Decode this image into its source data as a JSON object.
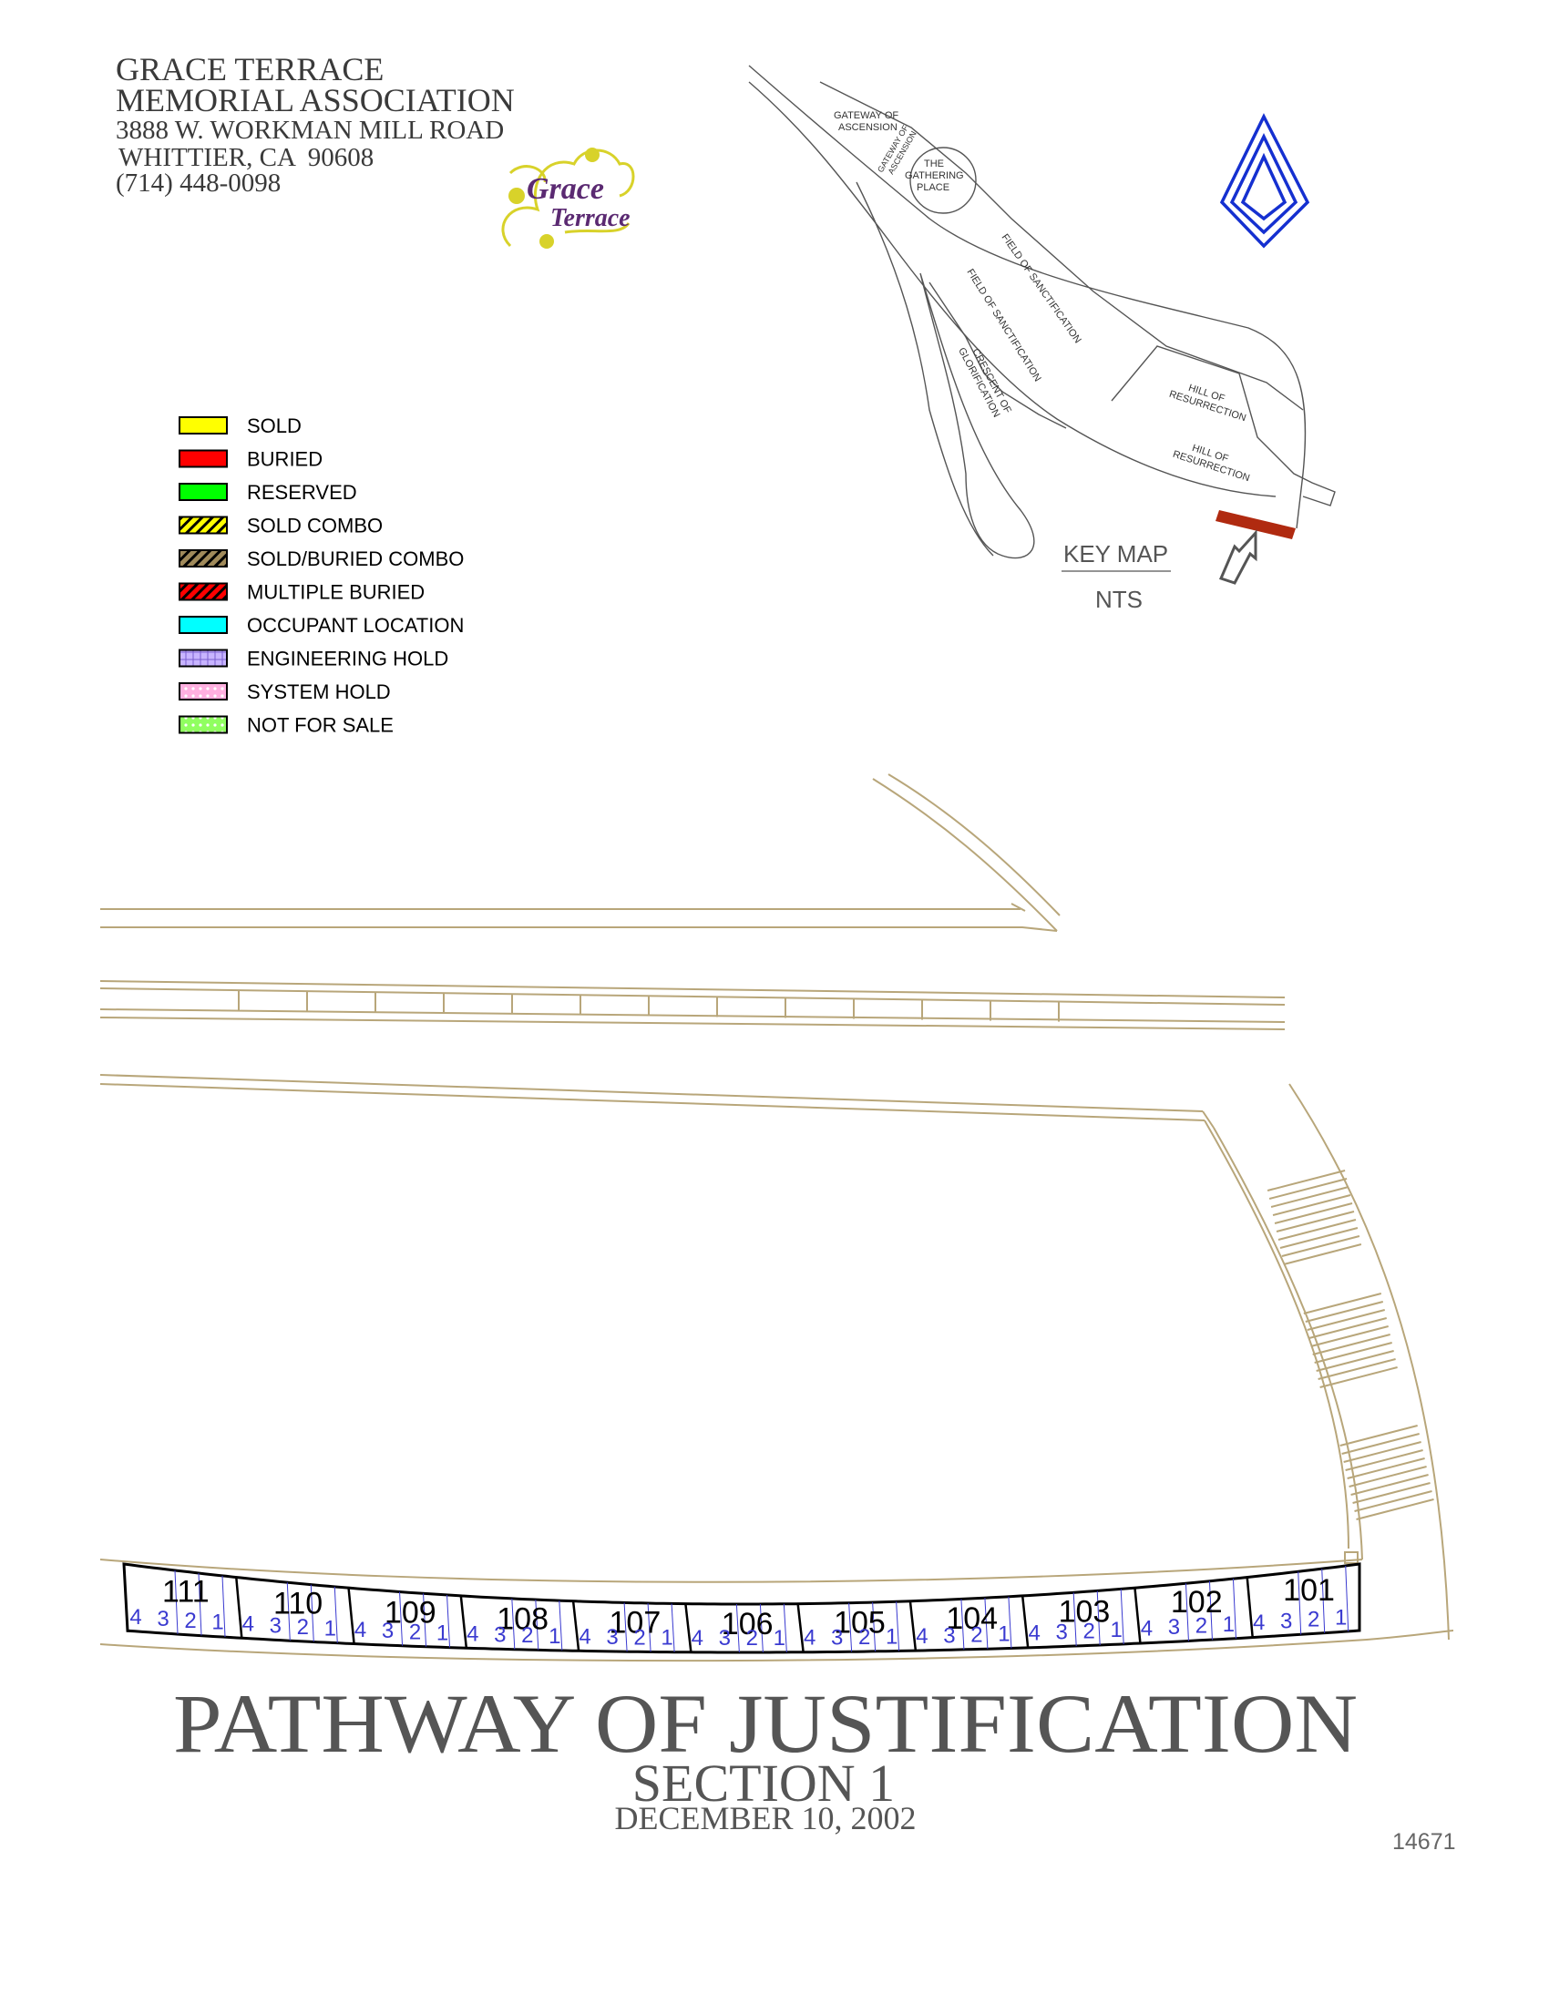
{
  "org": {
    "name_line1": "GRACE TERRACE",
    "name_line2": "MEMORIAL ASSOCIATION",
    "address": "3888 W. WORKMAN MILL ROAD",
    "city": "WHITTIER, CA  90608",
    "phone": "(714) 448-0098"
  },
  "logo": {
    "word1": "Grace",
    "word2": "Terrace",
    "color": "#5b2a72",
    "accent": "#d8d22a"
  },
  "legend": [
    {
      "label": "SOLD",
      "color": "#ffff00",
      "pattern": "solid"
    },
    {
      "label": "BURIED",
      "color": "#ff0000",
      "pattern": "solid"
    },
    {
      "label": "RESERVED",
      "color": "#00ff00",
      "pattern": "solid"
    },
    {
      "label": "SOLD COMBO",
      "color": "#ffff00",
      "pattern": "hatch"
    },
    {
      "label": "SOLD/BURIED COMBO",
      "color": "#a08a5a",
      "pattern": "hatch"
    },
    {
      "label": "MULTIPLE BURIED",
      "color": "#ff0000",
      "pattern": "hatch"
    },
    {
      "label": "OCCUPANT LOCATION",
      "color": "#00ffff",
      "pattern": "solid"
    },
    {
      "label": "ENGINEERING HOLD",
      "color": "#c8b4ff",
      "pattern": "grid"
    },
    {
      "label": "SYSTEM HOLD",
      "color": "#ffb0e0",
      "pattern": "dots"
    },
    {
      "label": "NOT FOR SALE",
      "color": "#90ff60",
      "pattern": "dots"
    }
  ],
  "key_map": {
    "title": "KEY MAP",
    "scale": "NTS",
    "labels": {
      "gateway_ascension": [
        "GATEWAY OF",
        "ASCENSION"
      ],
      "gateway_ascension_small": [
        "GATEWAY OF",
        "ASCENSION"
      ],
      "gathering_place": [
        "THE",
        "GATHERING",
        "PLACE"
      ],
      "field_sanctification_1": "FIELD OF SANCTIFICATION",
      "field_sanctification_2": "FIELD OF SANCTIFICATION",
      "crescent": [
        "CRESCENT OF",
        "GLORIFICATION"
      ],
      "hill_resurrection_1": [
        "HILL OF",
        "RESURRECTION"
      ],
      "hill_resurrection_2": [
        "HILL OF",
        "RESURRECTION"
      ]
    },
    "highlight_color": "#b02a10"
  },
  "compass_color": "#1530d0",
  "line_color": "#b8a67a",
  "lots": [
    "111",
    "110",
    "109",
    "108",
    "107",
    "106",
    "105",
    "104",
    "103",
    "102",
    "101"
  ],
  "spaces": [
    "4",
    "3",
    "2",
    "1"
  ],
  "title": {
    "main": "PATHWAY OF JUSTIFICATION",
    "section": "SECTION 1",
    "date": "DECEMBER 10, 2002"
  },
  "sheet_number": "14671"
}
